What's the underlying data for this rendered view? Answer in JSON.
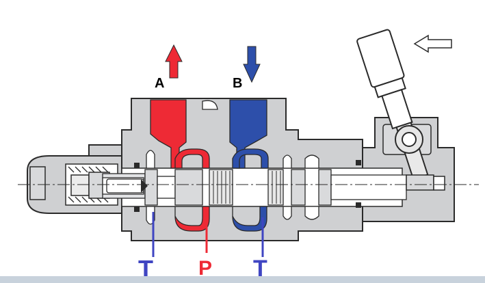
{
  "labels": {
    "port_a": "A",
    "port_b": "B",
    "tank_left": "T",
    "pressure": "P",
    "tank_right": "T"
  },
  "colors": {
    "port_a_flow": "#ee2a35",
    "port_b_flow": "#2d4faa",
    "pressure": "#ee2a35",
    "tank": "#3f45c2",
    "body_fill": "#cfd0d2",
    "outline": "#2a2a2a",
    "actuation_arrow": "#ffffff"
  },
  "icons": {
    "flow_out": "arrow-up-icon",
    "flow_in": "arrow-down-icon",
    "actuation": "arrow-left-outline-icon"
  }
}
